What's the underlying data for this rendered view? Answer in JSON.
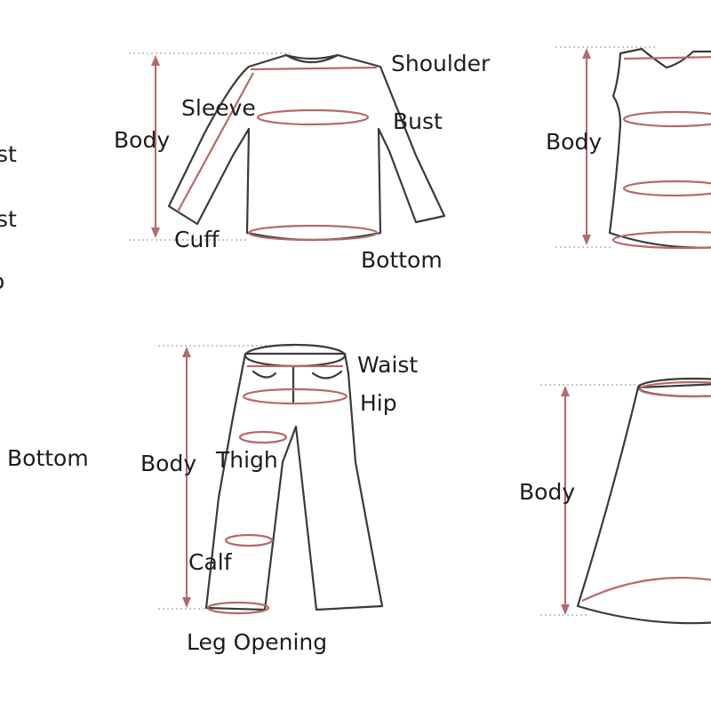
{
  "labels": {
    "left_partial_1": "st",
    "left_partial_2": "st",
    "left_partial_3": "o",
    "left_bottom": "Bottom",
    "top": {
      "shoulder": "Shoulder",
      "sleeve": "Sleeve",
      "bust": "Bust",
      "body": "Body",
      "cuff": "Cuff",
      "bottom": "Bottom"
    },
    "vest": {
      "body": "Body"
    },
    "pants": {
      "waist": "Waist",
      "hip": "Hip",
      "body": "Body",
      "thigh": "Thigh",
      "calf": "Calf",
      "leg_opening": "Leg Opening"
    },
    "skirt": {
      "body": "Body"
    }
  },
  "colors": {
    "outline": "#3a3a3a",
    "measurement": "#b56a6a",
    "text": "#1d1d1d"
  }
}
